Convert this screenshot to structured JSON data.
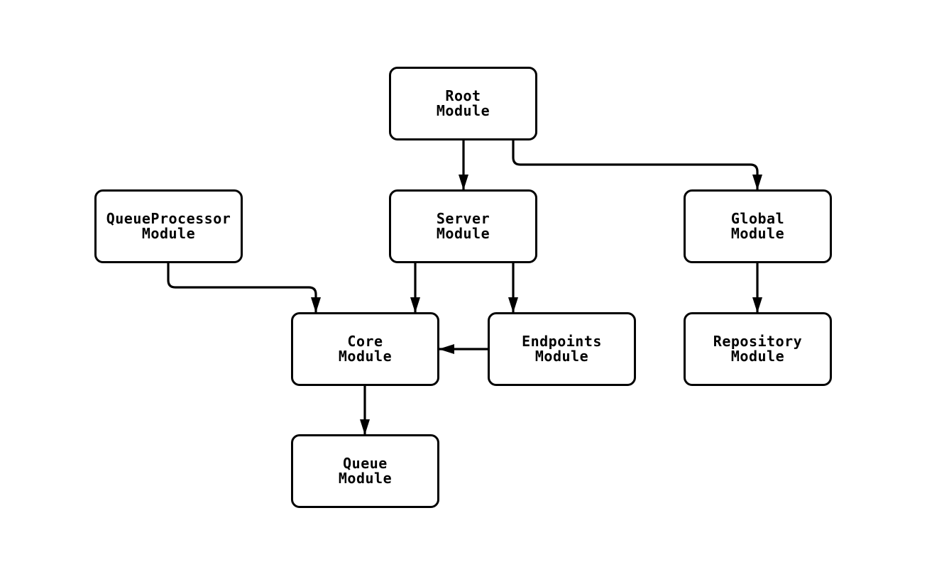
{
  "diagram": {
    "type": "module-dependency-flowchart",
    "background_color": "#ffffff",
    "node_fill_color": "#ffffff",
    "line_color": "#000000",
    "nodes": {
      "root": {
        "label": "Root\nModule"
      },
      "server": {
        "label": "Server\nModule"
      },
      "queue_processor": {
        "label": "QueueProcessor\nModule"
      },
      "global": {
        "label": "Global\nModule"
      },
      "core": {
        "label": "Core\nModule"
      },
      "endpoints": {
        "label": "Endpoints\nModule"
      },
      "repository": {
        "label": "Repository\nModule"
      },
      "queue": {
        "label": "Queue\nModule"
      }
    },
    "edges": [
      {
        "from": "Root Module",
        "to": "Server Module"
      },
      {
        "from": "Root Module",
        "to": "Global Module"
      },
      {
        "from": "QueueProcessor Module",
        "to": "Core Module"
      },
      {
        "from": "Server Module",
        "to": "Core Module"
      },
      {
        "from": "Server Module",
        "to": "Endpoints Module"
      },
      {
        "from": "Endpoints Module",
        "to": "Core Module"
      },
      {
        "from": "Global Module",
        "to": "Repository Module"
      },
      {
        "from": "Core Module",
        "to": "Queue Module"
      }
    ]
  }
}
